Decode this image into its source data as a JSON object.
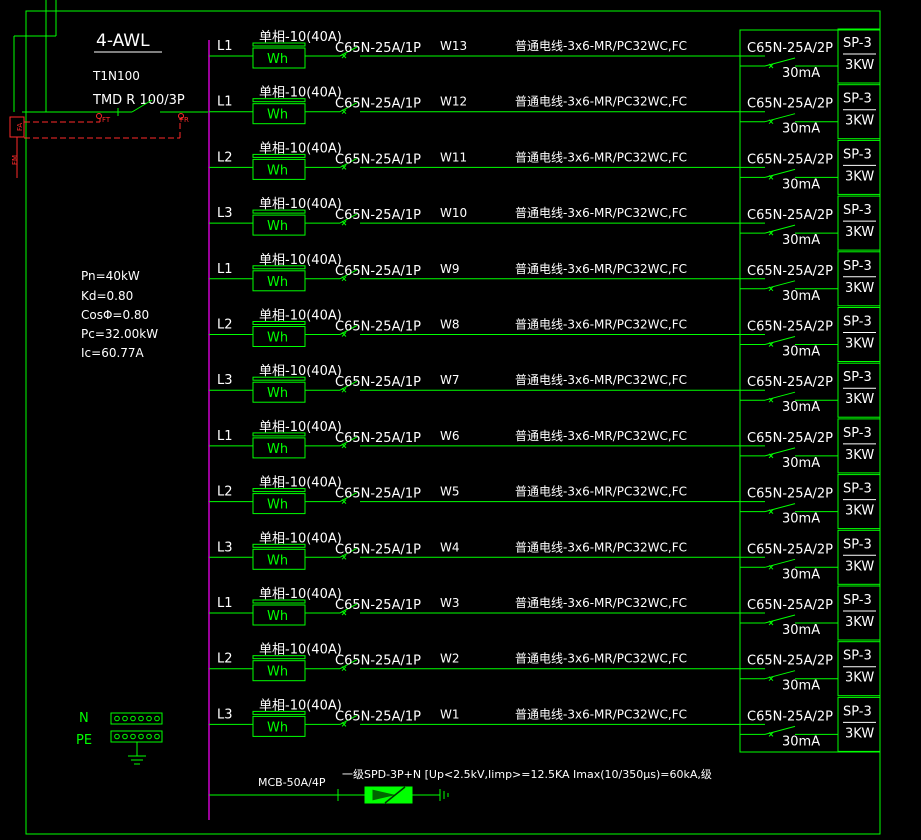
{
  "panel": {
    "name": "4-AWL",
    "breaker_model": "T1N100",
    "breaker_rating": "TMD R 100/3P",
    "fa_label": "FA",
    "fm_label": "FM",
    "tag_a": "FT",
    "tag_b": "FR"
  },
  "params": [
    "Pn=40kW",
    "Kd=0.80",
    "CosΦ=0.80",
    "Pc=32.00kW",
    "Ic=60.77A"
  ],
  "meter": {
    "label": "Wh"
  },
  "circuits": [
    {
      "phase": "L1",
      "meter": "单相-10(40A)",
      "breaker": "C65N-25A/1P",
      "code": "W13",
      "cable": "普通电线-3x6-MR/PC32WC,FC",
      "rcd": "C65N-25A/2P",
      "rcd_ma": "30mA",
      "load": "SP-3",
      "power": "3KW"
    },
    {
      "phase": "L1",
      "meter": "单相-10(40A)",
      "breaker": "C65N-25A/1P",
      "code": "W12",
      "cable": "普通电线-3x6-MR/PC32WC,FC",
      "rcd": "C65N-25A/2P",
      "rcd_ma": "30mA",
      "load": "SP-3",
      "power": "3KW"
    },
    {
      "phase": "L2",
      "meter": "单相-10(40A)",
      "breaker": "C65N-25A/1P",
      "code": "W11",
      "cable": "普通电线-3x6-MR/PC32WC,FC",
      "rcd": "C65N-25A/2P",
      "rcd_ma": "30mA",
      "load": "SP-3",
      "power": "3KW"
    },
    {
      "phase": "L3",
      "meter": "单相-10(40A)",
      "breaker": "C65N-25A/1P",
      "code": "W10",
      "cable": "普通电线-3x6-MR/PC32WC,FC",
      "rcd": "C65N-25A/2P",
      "rcd_ma": "30mA",
      "load": "SP-3",
      "power": "3KW"
    },
    {
      "phase": "L1",
      "meter": "单相-10(40A)",
      "breaker": "C65N-25A/1P",
      "code": "W9",
      "cable": "普通电线-3x6-MR/PC32WC,FC",
      "rcd": "C65N-25A/2P",
      "rcd_ma": "30mA",
      "load": "SP-3",
      "power": "3KW"
    },
    {
      "phase": "L2",
      "meter": "单相-10(40A)",
      "breaker": "C65N-25A/1P",
      "code": "W8",
      "cable": "普通电线-3x6-MR/PC32WC,FC",
      "rcd": "C65N-25A/2P",
      "rcd_ma": "30mA",
      "load": "SP-3",
      "power": "3KW"
    },
    {
      "phase": "L3",
      "meter": "单相-10(40A)",
      "breaker": "C65N-25A/1P",
      "code": "W7",
      "cable": "普通电线-3x6-MR/PC32WC,FC",
      "rcd": "C65N-25A/2P",
      "rcd_ma": "30mA",
      "load": "SP-3",
      "power": "3KW"
    },
    {
      "phase": "L1",
      "meter": "单相-10(40A)",
      "breaker": "C65N-25A/1P",
      "code": "W6",
      "cable": "普通电线-3x6-MR/PC32WC,FC",
      "rcd": "C65N-25A/2P",
      "rcd_ma": "30mA",
      "load": "SP-3",
      "power": "3KW"
    },
    {
      "phase": "L2",
      "meter": "单相-10(40A)",
      "breaker": "C65N-25A/1P",
      "code": "W5",
      "cable": "普通电线-3x6-MR/PC32WC,FC",
      "rcd": "C65N-25A/2P",
      "rcd_ma": "30mA",
      "load": "SP-3",
      "power": "3KW"
    },
    {
      "phase": "L3",
      "meter": "单相-10(40A)",
      "breaker": "C65N-25A/1P",
      "code": "W4",
      "cable": "普通电线-3x6-MR/PC32WC,FC",
      "rcd": "C65N-25A/2P",
      "rcd_ma": "30mA",
      "load": "SP-3",
      "power": "3KW"
    },
    {
      "phase": "L1",
      "meter": "单相-10(40A)",
      "breaker": "C65N-25A/1P",
      "code": "W3",
      "cable": "普通电线-3x6-MR/PC32WC,FC",
      "rcd": "C65N-25A/2P",
      "rcd_ma": "30mA",
      "load": "SP-3",
      "power": "3KW"
    },
    {
      "phase": "L2",
      "meter": "单相-10(40A)",
      "breaker": "C65N-25A/1P",
      "code": "W2",
      "cable": "普通电线-3x6-MR/PC32WC,FC",
      "rcd": "C65N-25A/2P",
      "rcd_ma": "30mA",
      "load": "SP-3",
      "power": "3KW"
    },
    {
      "phase": "L3",
      "meter": "单相-10(40A)",
      "breaker": "C65N-25A/1P",
      "code": "W1",
      "cable": "普通电线-3x6-MR/PC32WC,FC",
      "rcd": "C65N-25A/2P",
      "rcd_ma": "30mA",
      "load": "SP-3",
      "power": "3KW"
    }
  ],
  "spd": {
    "breaker": "MCB-50A/4P",
    "desc": "一级SPD-3P+N [Up<2.5kV,Iimp>=12.5KA Imax(10/350μs)=60kA,级"
  },
  "terminals": {
    "n": "N",
    "pe": "PE"
  },
  "colors": {
    "wire": "#00ff00",
    "text": "#ffffff",
    "bus": "#ff00ff",
    "alarm": "#ff2a2a",
    "background": "#000000"
  }
}
